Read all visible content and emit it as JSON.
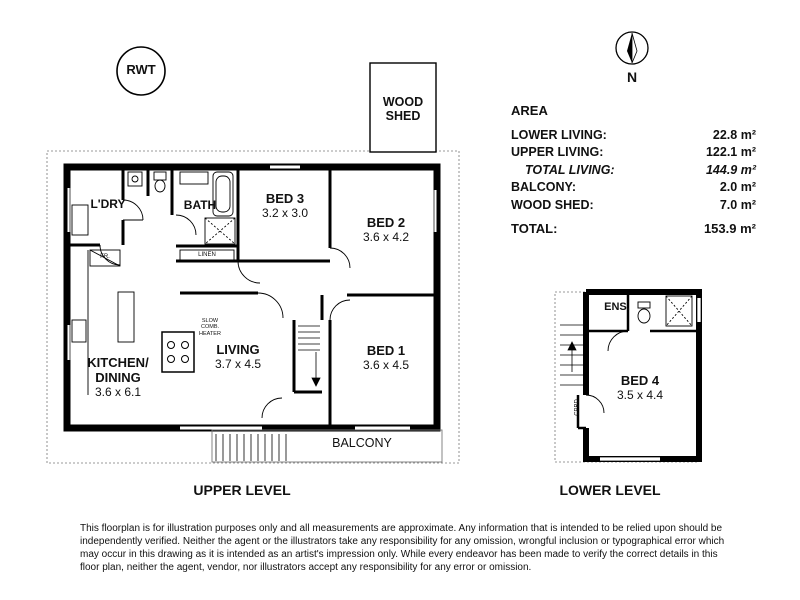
{
  "badge": "RWT",
  "north_label": "N",
  "area": {
    "title": "AREA",
    "rows": [
      {
        "label": "LOWER LIVING:",
        "value": "22.8 m²"
      },
      {
        "label": "UPPER LIVING:",
        "value": "122.1 m²"
      },
      {
        "label": "TOTAL LIVING:",
        "value": "144.9 m²"
      },
      {
        "label": "BALCONY:",
        "value": "2.0 m²"
      },
      {
        "label": "WOOD SHED:",
        "value": "7.0 m²"
      }
    ],
    "total": {
      "label": "TOTAL:",
      "value": "153.9 m²"
    }
  },
  "rooms": {
    "wood_shed": "WOOD SHED",
    "laundry": "L'DRY",
    "bath": "BATH",
    "linen": "LINEN",
    "fridge": "FR.",
    "bed3": {
      "name": "BED 3",
      "dim": "3.2 x 3.0"
    },
    "bed2": {
      "name": "BED 2",
      "dim": "3.6 x 4.2"
    },
    "bed1": {
      "name": "BED 1",
      "dim": "3.6 x 4.5"
    },
    "kitchen": {
      "name": "KITCHEN/ DINING",
      "dim": "3.6 x 6.1"
    },
    "living": {
      "name": "LIVING",
      "dim": "3.7 x 4.5"
    },
    "heater": "SLOW COMB. HEATER",
    "balcony": "BALCONY",
    "ensuite": "ENS.",
    "cpbd": "CPBD",
    "bed4": {
      "name": "BED 4",
      "dim": "3.5 x 4.4"
    }
  },
  "levels": {
    "upper": "UPPER LEVEL",
    "lower": "LOWER LEVEL"
  },
  "disclaimer": "This floorplan is for illustration purposes only and all measurements are approximate. Any information that is intended to be relied upon should be independently verified. Neither the agent or the illustrators take any responsibility for any omission, wrongful inclusion or typographical error which may occur in this drawing as it is intended as an artist's impression only. While every endeavor has been made to verify the correct details in this floor plan, neither the agent, vendor, nor illustrators accept any responsibility for any error or omission."
}
